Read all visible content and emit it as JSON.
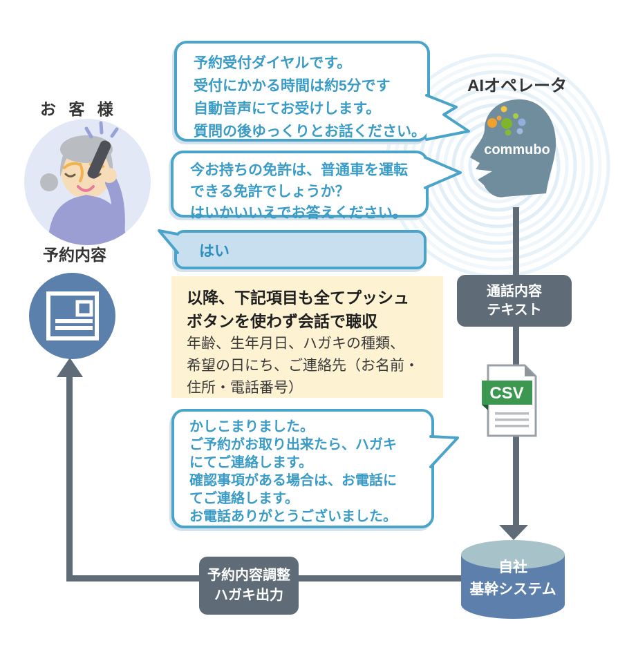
{
  "labels": {
    "customer": "お 客 様",
    "ai_operator": "AIオペレータ",
    "reservation": "予約内容"
  },
  "brand": {
    "logo_text": "commubo"
  },
  "bubbles": {
    "greeting": {
      "lines": [
        "予約受付ダイヤルです。",
        "受付にかかる時間は約5分です",
        "自動音声にてお受けします。",
        "質問の後ゆっくりとお話ください。"
      ]
    },
    "question": {
      "lines": [
        "今お持ちの免許は、普通車を運転",
        "できる免許でしょうか？",
        "はいかいいえでお答えください。"
      ]
    },
    "answer": {
      "text": "はい"
    },
    "closing": {
      "lines": [
        "かしこまりました。",
        "ご予約がお取り出来たら、ハガキ",
        "にてご連絡します。",
        "確認事項がある場合は、お電話に",
        "てご連絡します。",
        "お電話ありがとうございました。"
      ]
    }
  },
  "note_box": {
    "title_lines": [
      "以降、下記項目も全てプッシュ",
      "ボタンを使わず会話で聴収"
    ],
    "body_lines": [
      "年齢、生年月日、ハガキの種類、",
      "希望の日にち、ご連絡先（お名前・",
      "住所・電話番号）"
    ]
  },
  "flow": {
    "call_text": {
      "lines": [
        "通話内容",
        "テキスト"
      ]
    },
    "csv": {
      "label": "CSV"
    },
    "database": {
      "lines": [
        "自社",
        "基幹システム"
      ]
    },
    "return_label": {
      "lines": [
        "予約内容調整",
        "ハガキ出力"
      ]
    }
  },
  "colors": {
    "bubble_border": "#4aa3c9",
    "bubble_text": "#3a9cc6",
    "answer_fill": "#c7dfee",
    "note_fill": "#fdf2d2",
    "slate": "#5f6c77",
    "head": "#6f8d9c",
    "blue_circle": "#5b80ab",
    "cylinder_top": "#a8c2c9",
    "csv_green": "#3c9851",
    "wave": "#cde3f2"
  }
}
